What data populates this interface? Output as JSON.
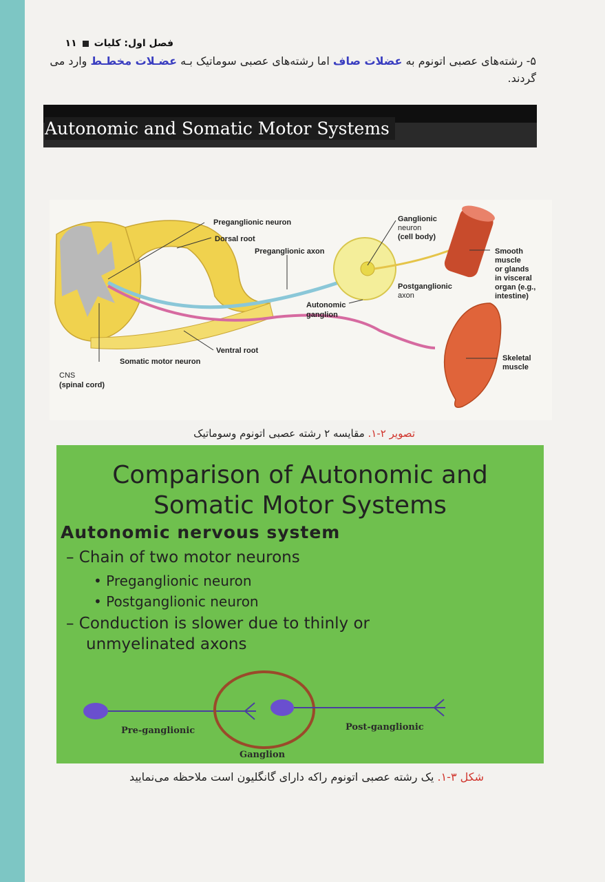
{
  "header": {
    "chapter": "فصل اول: کلیات",
    "page_number": "۱۱"
  },
  "paragraph": {
    "part1": "۵- رشته‌های عصبی اتونوم به ",
    "kw1": "عضلات صاف",
    "part2": " اما رشته‌های عصبی سوماتیک بـه ",
    "kw2": "عضـلات مخطـط",
    "part3": " وارد می گردند."
  },
  "banner": {
    "title": "Autonomic and Somatic Motor Systems"
  },
  "figure1": {
    "labels": {
      "preganglionic_neuron": "Preganglionic neuron",
      "dorsal_root": "Dorsal root",
      "preganglionic_axon": "Preganglionic axon",
      "ganglionic_neuron_1": "Ganglionic",
      "ganglionic_neuron_2": "neuron",
      "ganglionic_neuron_3": "(cell body)",
      "smooth_1": "Smooth",
      "smooth_2": "muscle",
      "smooth_3": "or glands",
      "smooth_4": "in visceral",
      "smooth_5": "organ (e.g.,",
      "smooth_6": "intestine)",
      "postganglionic_1": "Postganglionic",
      "postganglionic_2": "axon",
      "autonomic_ganglion_1": "Autonomic",
      "autonomic_ganglion_2": "ganglion",
      "ventral_root": "Ventral root",
      "somatic_motor_neuron": "Somatic motor neuron",
      "skeletal_1": "Skeletal",
      "skeletal_2": "muscle",
      "cns_1": "CNS",
      "cns_2": "(spinal cord)"
    },
    "caption_label": "تصویر ۲-۱.",
    "caption_text": " مقایسه ۲ رشته عصبی اتونوم وسوماتیک"
  },
  "slide": {
    "title_line1": "Comparison of Autonomic and",
    "title_line2": "Somatic Motor Systems",
    "heading": "Autonomic nervous system",
    "point1": "– Chain of two motor neurons",
    "sub1": "• Preganglionic neuron",
    "sub2": "• Postganglionic neuron",
    "point2_line1": "– Conduction is slower due to thinly or",
    "point2_line2": "unmyelinated axons",
    "diagram": {
      "pre_label": "Pre-ganglionic",
      "post_label": "Post-ganglionic",
      "ganglion_label": "Ganglion"
    }
  },
  "figure2": {
    "caption_label": "شکل ۳-۱.",
    "caption_text": " یک رشته عصبی اتونوم راکه دارای گانگلیون است ملاحظه می‌نمایید"
  },
  "colors": {
    "keyword": "#3a3ec0",
    "caption_red": "#d0342c",
    "slide_bg": "#6fc04e",
    "banner_bg": "#1c1c1c"
  }
}
